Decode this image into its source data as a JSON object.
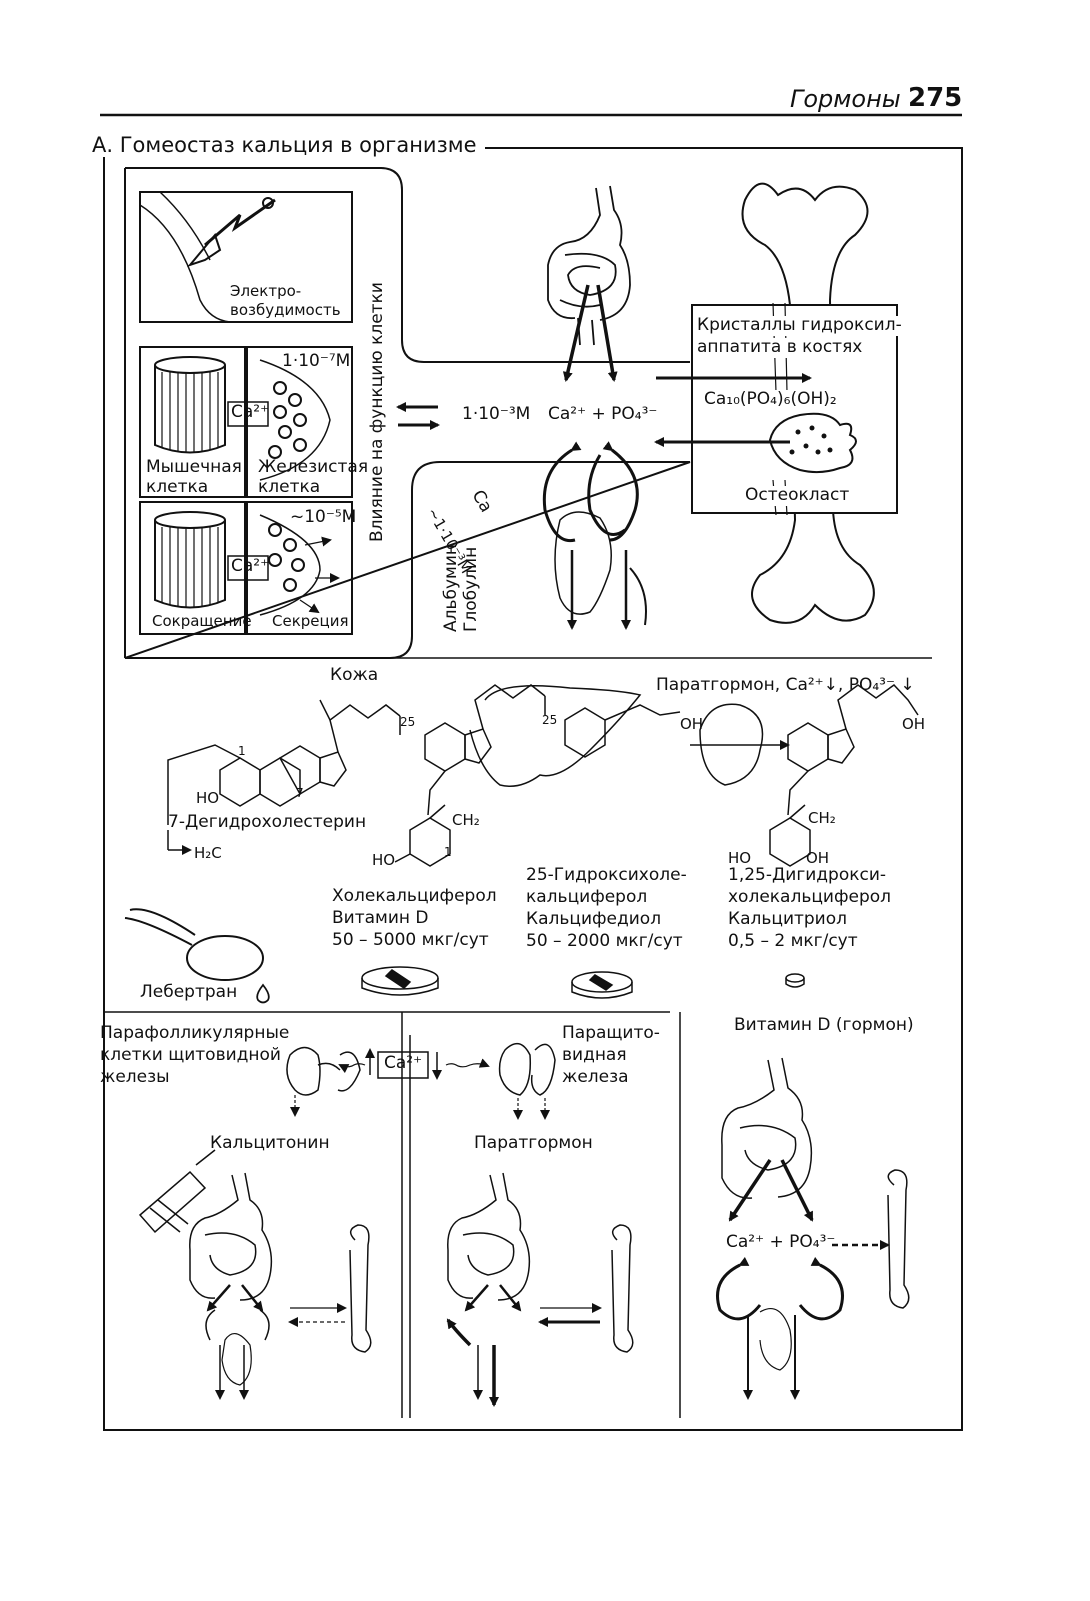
{
  "header": {
    "title": "Гормоны",
    "page_number": "275"
  },
  "section": {
    "title": "А. Гомеостаз кальция в организме"
  },
  "top_panel": {
    "electro": [
      "Электро-",
      "возбудимость"
    ],
    "conc_1e7": "1·10⁻⁷M",
    "ca_box": "Ca²⁺",
    "muscle_cell": [
      "Мышечная",
      "клетка"
    ],
    "gland_cell": [
      "Железистая",
      "клетка"
    ],
    "conc_1e5": "~10⁻⁵M",
    "contraction": "Сокращение",
    "secretion": "Секреция",
    "cell_influence": "Влияние на функцию клетки",
    "albumin": [
      "Альбумин",
      "Глобулин"
    ],
    "bound_ca": [
      "Ca",
      "~1·10⁻³M"
    ],
    "plasma_conc": "1·10⁻³M",
    "ca_po4": "Ca²⁺ + PO₄³⁻",
    "crystals": [
      "Кристаллы гидроксил-",
      "аппатита в костях"
    ],
    "hydroxyapatite": "Ca₁₀(PO₄)₆(OH)₂",
    "osteoclast": "Остеокласт"
  },
  "middle_panel": {
    "skin": "Кожа",
    "pth_header": "Паратгормон, Ca²⁺↓, PO₄³⁻ ↓",
    "dehydrocholesterol": "7-Дегидрохолестерин",
    "c25": "25",
    "oh": "OH",
    "ho": "HO",
    "ch2": "CH₂",
    "h2c": "H₂C",
    "num_1": "1",
    "num_7": "7",
    "col1": [
      "Холекальциферол",
      "Витамин D",
      "50 – 5000 мкг/сут"
    ],
    "col2": [
      "25-Гидроксихоле-",
      "кальциферол",
      "Кальцифедиол",
      "50 – 2000 мкг/сут"
    ],
    "col3": [
      "1,25-Дигидрокси-",
      "холекальциферол",
      "Кальцитриол",
      "0,5 – 2 мкг/сут"
    ],
    "cod_liver_oil": "Лебертран"
  },
  "bottom_panel": {
    "parafollicular": [
      "Парафолликулярные",
      "клетки щитовидной",
      "железы"
    ],
    "ca_center": "Ca²⁺",
    "parathyroid": [
      "Паращито-",
      "видная",
      "железа"
    ],
    "calcitonin": "Кальцитонин",
    "parathormone": "Паратгормон",
    "vitamin_d_hormone": "Витамин D (гормон)",
    "ca_po4_small": "Ca²⁺ + PO₄³⁻"
  }
}
